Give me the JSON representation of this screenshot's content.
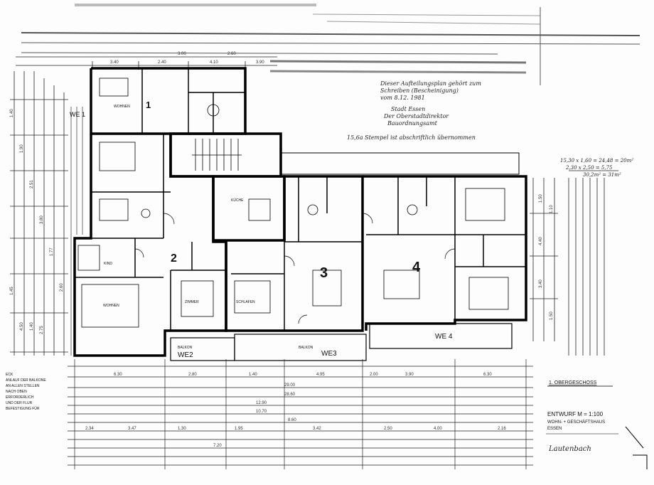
{
  "stamp_note": {
    "line1": "Dieser Aufteilungsplan gehört zum",
    "line2": "Schreiben (Bescheinigung)",
    "line3": "vom 8.12. 1981",
    "line4": "Stadt Essen",
    "line5": "Der Oberstadtdirektor",
    "line6": "Bauordnungsamt",
    "line7": "15,6a   Stempel ist abschriftlich übernommen"
  },
  "calc_note": {
    "line1": "15,30 x 1,60 = 24,48 = 20m²",
    "line2": "2,30 x 2,50 = 5,75",
    "line3": "30,2m² = 31m²"
  },
  "units": [
    {
      "number": "1",
      "label": "WE 1"
    },
    {
      "number": "2",
      "label": "WE2"
    },
    {
      "number": "3",
      "label": "WE3"
    },
    {
      "number": "4",
      "label": "WE 4"
    }
  ],
  "rooms": {
    "wohnen": "WOHNEN",
    "schlafen": "SCHLAFEN",
    "kueche": "KÜCHE",
    "kind": "KIND",
    "zimmer": "ZIMMER",
    "balkon": "BALKON"
  },
  "floor_title": "1. OBERGESCHOSS",
  "title_block": {
    "line1": "ENTWURF   M = 1:100",
    "line2": "WOHN- + GESCHÄFTSHAUS",
    "line3": "ESSEN"
  },
  "signature": "Lautenbach",
  "left_note": {
    "line1": "ECK",
    "line2": "ANLAUF DER BALKONE",
    "line3": "AN ALLEN STELLEN",
    "line4": "NACH OBEN",
    "line5": "ERFORDERLICH",
    "line6": "UND DER FLUR",
    "line7": "BEFESTIGUNG FÜR"
  },
  "dimensions": {
    "top": [
      "3.40",
      "2.40",
      "4.10",
      "3.90",
      "3.00",
      "2.60"
    ],
    "bottom_row1": [
      "6.30",
      "2.80",
      "1.40",
      "4.95",
      "2.00",
      "3.90",
      "6.30"
    ],
    "bottom_row2": [
      "29.00",
      "28.60",
      "12.90",
      "10.70",
      "8.60",
      "7.20"
    ],
    "bottom_row3": [
      "2.34",
      "3.47",
      "1.30",
      "1.95",
      "3.42",
      "2.50",
      "4.00",
      "2.16"
    ],
    "left": [
      "1.40",
      "1.90",
      "2.51",
      "3.80",
      "1.77",
      "2.60",
      "1.45",
      "4.50",
      "1.40",
      "2.75"
    ],
    "right": [
      "1.50",
      "4.40",
      "3.40",
      "1.10",
      "1.50"
    ]
  }
}
